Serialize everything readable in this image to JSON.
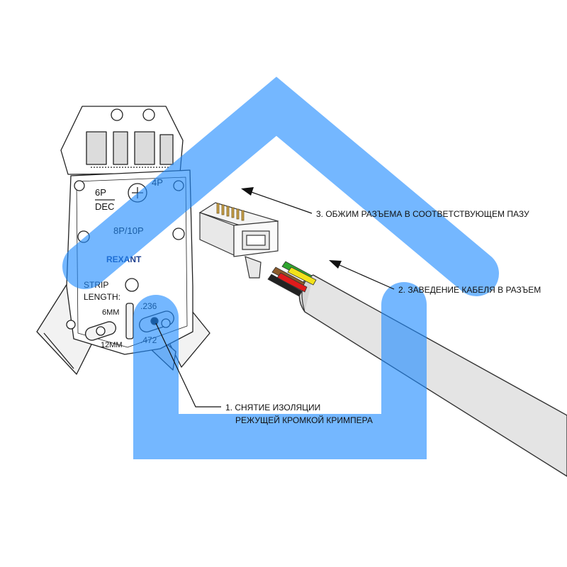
{
  "colors": {
    "house_outline": "#1e8bff",
    "cable_jacket": "#e3e3e3",
    "wires": [
      "#8b5a2b",
      "#e01b1b",
      "#2fa52f",
      "#f2e21a"
    ],
    "brand": "#1d3f8f",
    "outline": "#222222"
  },
  "tool": {
    "brand_logo": "REXANT",
    "slot_6p": "6P",
    "slot_dec": "DEC",
    "slot_4p": "4P",
    "slot_8p10p": "8P/10P",
    "strip_label_1": "STRIP",
    "strip_label_2": "LENGTH:",
    "size_6mm": "6MM",
    "size_12mm": "12MM",
    "inch_236": ".236",
    "inch_472": ".472"
  },
  "callouts": {
    "step3": "3. ОБЖИМ РАЗЪЕМА В СООТВЕТСТВУЮЩЕМ ПАЗУ",
    "step2": "2. ЗАВЕДЕНИЕ КАБЕЛЯ В РАЗЪЕМ",
    "step1_line1": "1. СНЯТИЕ ИЗОЛЯЦИИ",
    "step1_line2": "РЕЖУЩЕЙ КРОМКОЙ КРИМПЕРА"
  }
}
